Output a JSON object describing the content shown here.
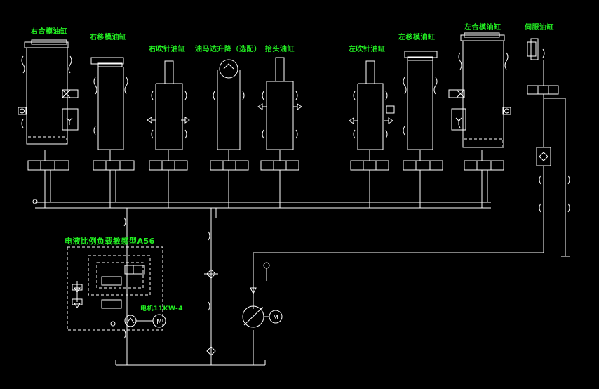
{
  "colors": {
    "background": "#000000",
    "lines": "#ffffff",
    "labels": "#22ee22"
  },
  "cylinders": {
    "right_clamp": "右合模油缸",
    "right_shift": "右移模油缸",
    "right_blow": "右吹针油缸",
    "motor_lift": "油马达升降（选配）",
    "head_cut": "抬头油缸",
    "left_blow": "左吹针油缸",
    "left_shift": "左移模油缸",
    "left_clamp": "左合模油缸",
    "servo": "伺服油缸"
  },
  "pump_unit": {
    "title": "电液比例负载敏感型A56",
    "motor_label": "电机11KW-4",
    "motor_symbol": "M"
  },
  "main_pump": {
    "motor_symbol": "M"
  }
}
